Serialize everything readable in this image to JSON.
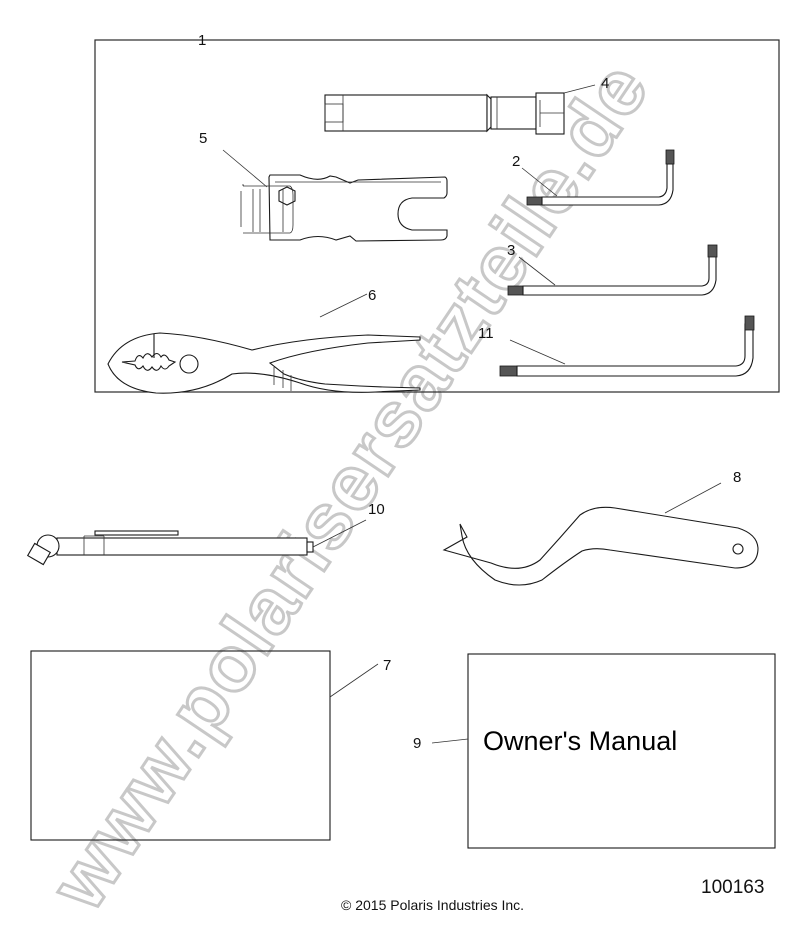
{
  "diagram": {
    "kit_frame": {
      "callout": "1"
    },
    "parts": [
      {
        "id": "socket-extension",
        "callout": "4"
      },
      {
        "id": "hex-key-2",
        "callout": "2"
      },
      {
        "id": "hex-key-3",
        "callout": "3"
      },
      {
        "id": "hex-key-11",
        "callout": "11"
      },
      {
        "id": "spark-plug-wrench",
        "callout": "5"
      },
      {
        "id": "pliers",
        "callout": "6"
      },
      {
        "id": "spanner-wrench",
        "callout": "8"
      },
      {
        "id": "tire-gauge",
        "callout": "10"
      },
      {
        "id": "blank-card",
        "callout": "7"
      },
      {
        "id": "owners-manual",
        "callout": "9"
      }
    ],
    "owners_manual_label": "Owner's Manual",
    "copyright": "© 2015 Polaris Industries Inc.",
    "figure_number": "100163",
    "watermark": "www.polarisersatzteile.de",
    "colors": {
      "line": "#1a1a1a",
      "watermark_outline": "#c8c8c8",
      "background": "#ffffff"
    }
  }
}
